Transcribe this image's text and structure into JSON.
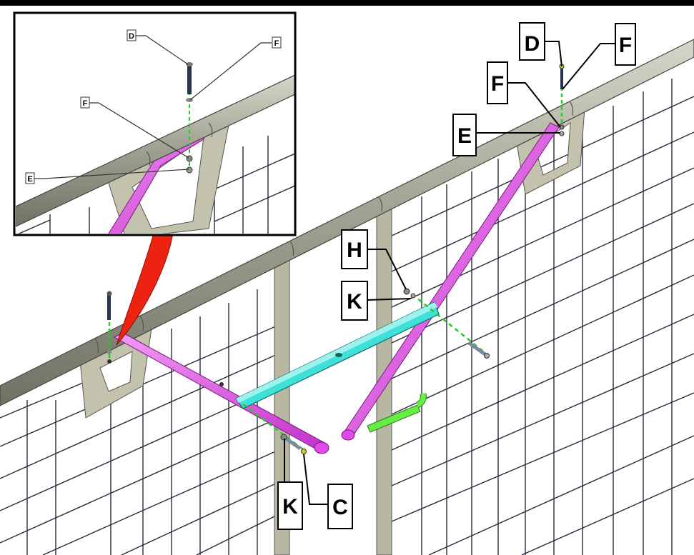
{
  "callouts": {
    "main": {
      "d_top": "D",
      "f_top": "F",
      "f_mid": "F",
      "e": "E",
      "h": "H",
      "k_upper": "K",
      "k_lower": "K",
      "c": "C"
    },
    "inset": {
      "d": "D",
      "f_top": "F",
      "f_left": "F",
      "e": "E"
    }
  },
  "colors": {
    "frame": "#000000",
    "rail": "#9a9d8a",
    "post": "#b8b8a2",
    "mesh": "#2a2a3a",
    "brace": "#e04ae8",
    "crossbar": "#3ee0d8",
    "pin": "#66ee44",
    "leader": "#22cc22",
    "highlight": "#ee2211"
  }
}
